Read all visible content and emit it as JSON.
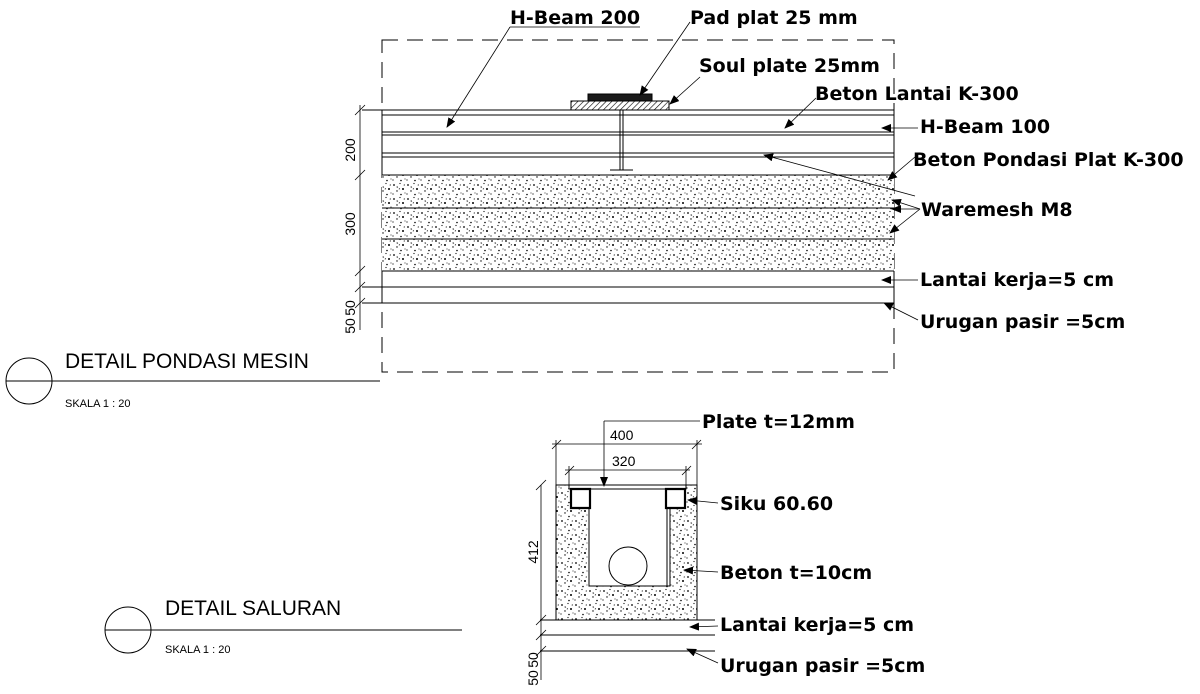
{
  "pondasi": {
    "title": "DETAIL PONDASI MESIN",
    "scale": "SKALA 1 : 20",
    "labels": {
      "hbeam200": "H-Beam 200",
      "pad_plat": "Pad plat 25 mm",
      "soul_plate": "Soul plate 25mm",
      "beton_lantai": "Beton Lantai K-300",
      "hbeam100": "H-Beam 100",
      "beton_pondasi": "Beton Pondasi Plat K-300",
      "waremesh": "Waremesh M8",
      "lantai_kerja": "Lantai kerja=5 cm",
      "urugan": "Urugan pasir =5cm"
    },
    "dims": {
      "d200": "200",
      "d300": "300",
      "d50a": "50",
      "d50b": "50"
    }
  },
  "saluran": {
    "title": "DETAIL SALURAN",
    "scale": "SKALA 1 : 20",
    "labels": {
      "plate": "Plate t=12mm",
      "siku": "Siku 60.60",
      "beton": "Beton t=10cm",
      "lantai_kerja": "Lantai kerja=5 cm",
      "urugan": "Urugan pasir =5cm"
    },
    "dims": {
      "d400": "400",
      "d320": "320",
      "d412": "412",
      "d50a": "50",
      "d50b": "50"
    }
  }
}
